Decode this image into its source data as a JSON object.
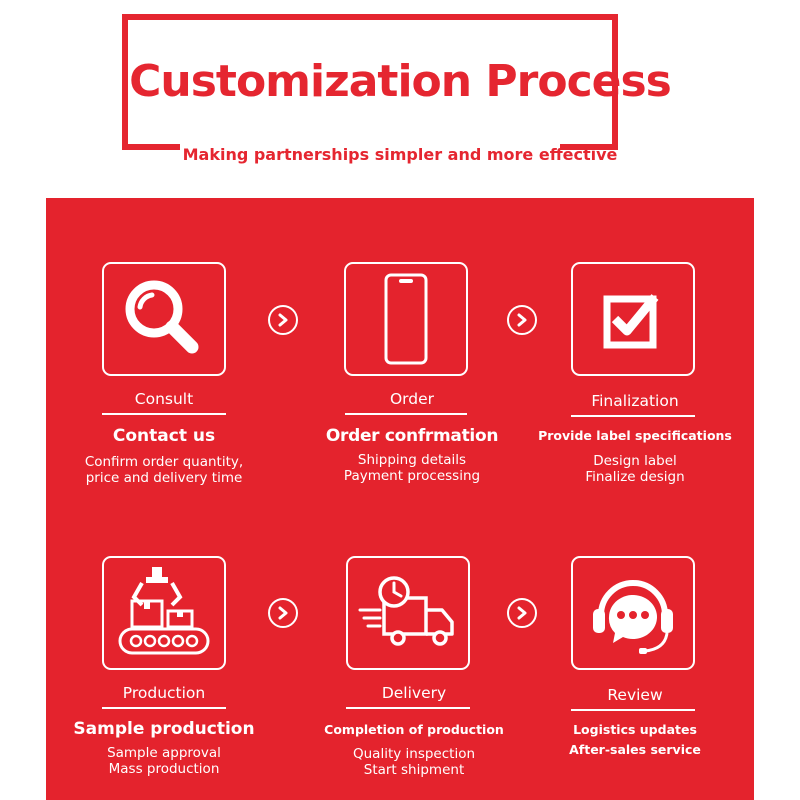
{
  "header": {
    "title": "Customization Process",
    "subtitle": "Making partnerships simpler and more effective"
  },
  "colors": {
    "brand_red": "#e52630",
    "panel_red": "#e4232d",
    "text": "#ffffff"
  },
  "steps": [
    {
      "icon": "magnifier-icon",
      "label": "Consult",
      "heading": "Contact us",
      "desc": [
        "Confirm order quantity,",
        "price and delivery time"
      ]
    },
    {
      "icon": "smartphone-icon",
      "label": "Order",
      "heading": "Order confrmation",
      "desc": [
        "Shipping details",
        "Payment processing"
      ]
    },
    {
      "icon": "checkbox-icon",
      "label": "Finalization",
      "heading": "Provide label specifications",
      "desc": [
        "Design label",
        "Finalize design"
      ]
    },
    {
      "icon": "assembly-line-icon",
      "label": "Production",
      "heading": "Sample production",
      "desc": [
        "Sample approval",
        "Mass production"
      ]
    },
    {
      "icon": "delivery-truck-icon",
      "label": "Delivery",
      "heading": "Completion of production",
      "desc": [
        "Quality inspection",
        "Start shipment"
      ]
    },
    {
      "icon": "customer-service-icon",
      "label": "Review",
      "heading": "Logistics updates",
      "desc": [
        "After-sales service"
      ]
    }
  ]
}
